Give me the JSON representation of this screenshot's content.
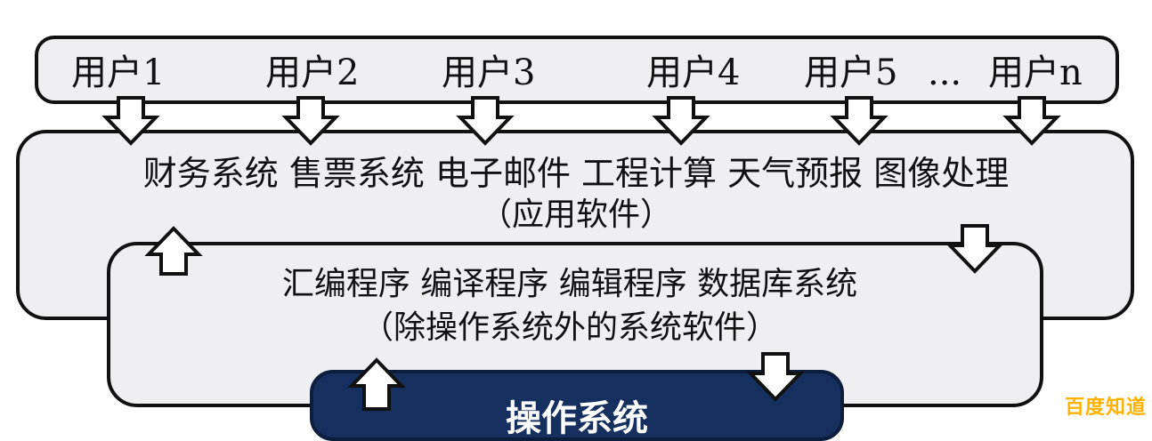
{
  "users": [
    "用户1",
    "用户2",
    "用户3",
    "用户4",
    "用户5",
    "...",
    "用户n"
  ],
  "application_layer": {
    "items": "财务系统 售票系统 电子邮件 工程计算 天气预报 图像处理",
    "note": "（应用软件）"
  },
  "system_software_layer": {
    "items": "汇编程序 编译程序 编辑程序 数据库系统",
    "note": "（除操作系统外的系统软件）"
  },
  "os_layer": {
    "label": "操作系统"
  },
  "watermark": "百度知道"
}
